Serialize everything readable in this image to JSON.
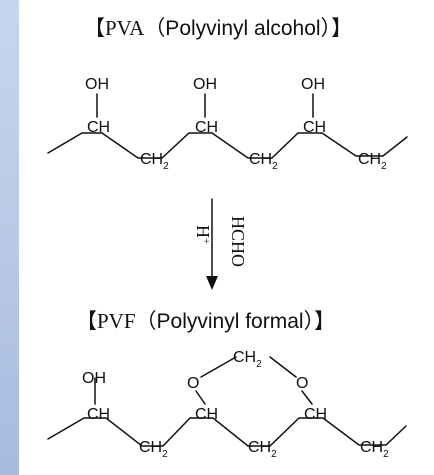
{
  "pva": {
    "bracket_open": "【",
    "abbr": "PVA",
    "name": "（Polyvinyl alcohol）",
    "bracket_close": "】",
    "hydroxyl": "OH",
    "ch": "CH",
    "ch2_base": "CH",
    "ch2_sub": "2"
  },
  "reaction": {
    "reagent": "HCHO",
    "catalyst": "H",
    "catalyst_charge": "+"
  },
  "pvf": {
    "bracket_open": "【",
    "abbr": "PVF",
    "name": "（Polyvinyl formal）",
    "bracket_close": "】",
    "hydroxyl": "OH",
    "ring_oxygen": "O",
    "ch": "CH",
    "ch2_base": "CH",
    "ch2_sub": "2"
  }
}
